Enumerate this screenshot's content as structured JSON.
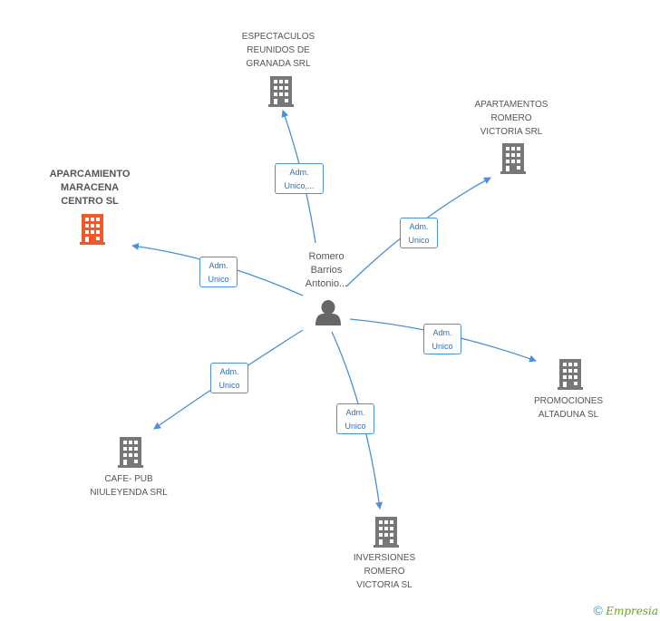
{
  "person": {
    "name": "Romero\nBarrios\nAntonio...",
    "icon": "person-icon"
  },
  "companies": [
    {
      "id": "espectaculos",
      "name": "ESPECTACULOS\nREUNIDOS DE\nGRANADA SRL",
      "role": "Adm.\nUnico,...",
      "highlight": false
    },
    {
      "id": "apartamentos",
      "name": "APARTAMENTOS\nROMERO\nVICTORIA SRL",
      "role": "Adm.\nUnico",
      "highlight": false
    },
    {
      "id": "aparcamiento",
      "name": "APARCAMIENTO\nMARACENA\nCENTRO SL",
      "role": "Adm.\nUnico",
      "highlight": true
    },
    {
      "id": "promociones",
      "name": "PROMOCIONES\nALTADUNA SL",
      "role": "Adm.\nUnico",
      "highlight": false
    },
    {
      "id": "cafe",
      "name": "CAFE- PUB\nNIULEYENDA SRL",
      "role": "Adm.\nUnico",
      "highlight": false
    },
    {
      "id": "inversiones",
      "name": "INVERSIONES\nROMERO\nVICTORIA SL",
      "role": "Adm.\nUnico",
      "highlight": false
    }
  ],
  "colors": {
    "edge": "#4a90d9",
    "building": "#777777",
    "building_highlight": "#f05a28",
    "person": "#666666"
  },
  "footer": {
    "copyright": "©",
    "brand": "Empresia"
  }
}
